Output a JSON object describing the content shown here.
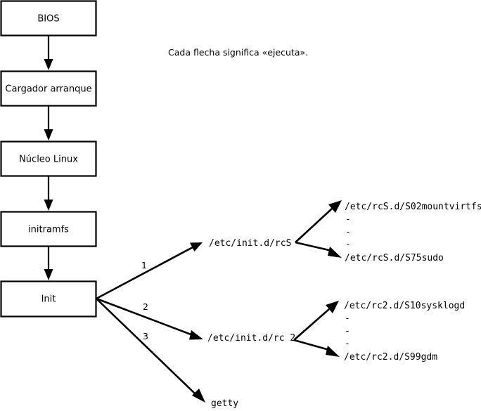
{
  "diagram": {
    "type": "flowchart",
    "title_caption": "Cada flecha significa «ejecuta».",
    "boot_chain": [
      {
        "id": "bios",
        "label": "BIOS"
      },
      {
        "id": "bootloader",
        "label": "Cargador arranque"
      },
      {
        "id": "kernel",
        "label": "Núcleo Linux"
      },
      {
        "id": "initramfs",
        "label": "initramfs"
      },
      {
        "id": "init",
        "label": "Init"
      }
    ],
    "init_branches": [
      {
        "number": "1",
        "target": "/etc/init.d/rcS"
      },
      {
        "number": "2",
        "target": "/etc/init.d/rc 2"
      },
      {
        "number": "3",
        "target": "getty"
      }
    ],
    "rcs_scripts": {
      "first": "/etc/rcS.d/S02mountvirtfs",
      "ellipsis": [
        "-",
        "-",
        "-"
      ],
      "last": "/etc/rcS.d/S75sudo"
    },
    "rc2_scripts": {
      "first": "/etc/rc2.d/S10sysklogd",
      "ellipsis": [
        "-",
        "-",
        "-"
      ],
      "last": "/etc/rc2.d/S99gdm"
    },
    "colors": {
      "background": "#ffffff",
      "stroke": "#000000",
      "text": "#000000"
    }
  }
}
